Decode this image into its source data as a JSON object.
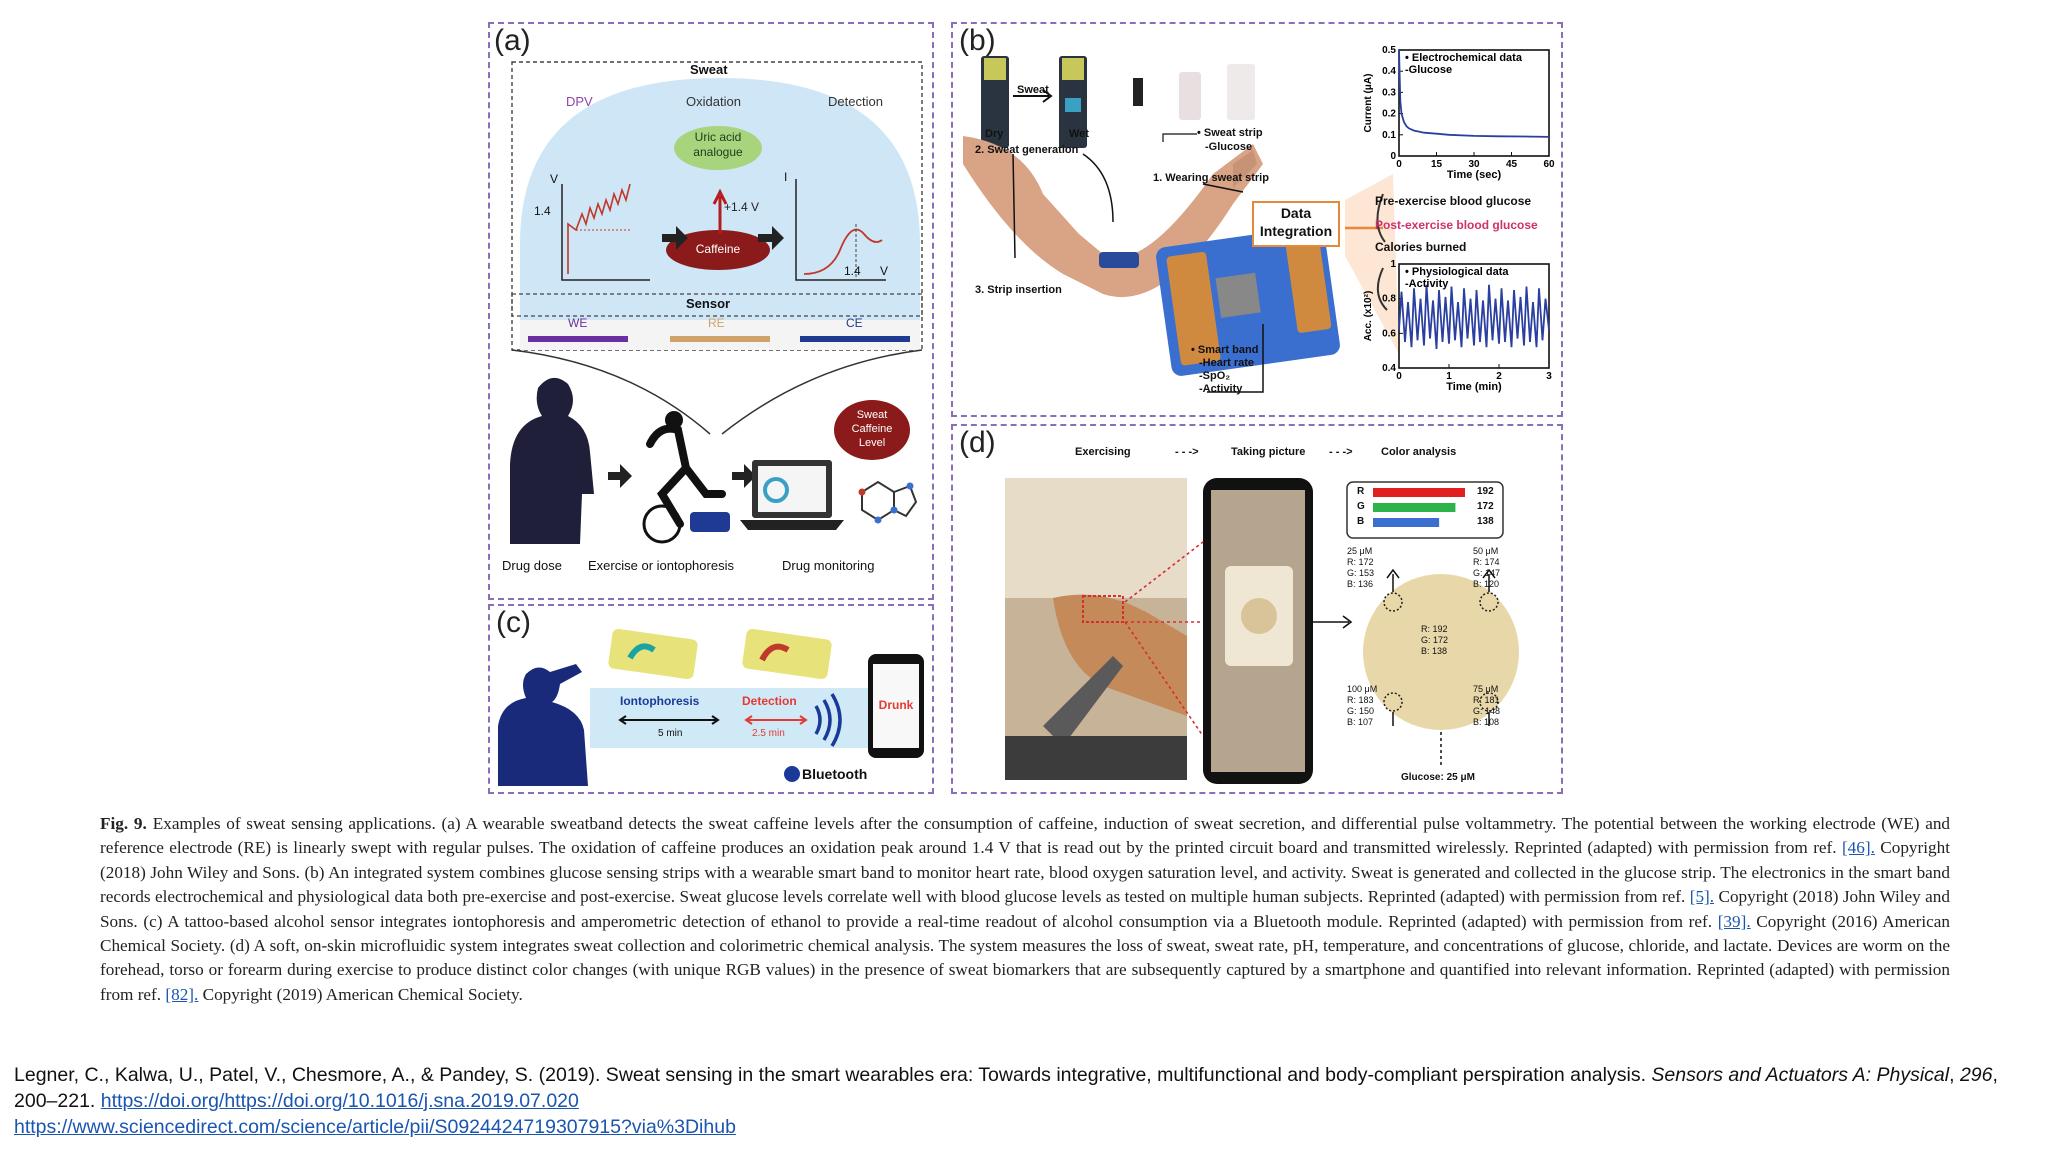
{
  "figure": {
    "panel_a": {
      "letter": "(a)",
      "sweat": "Sweat",
      "dpv": "DPV",
      "oxidation": "Oxidation",
      "detection": "Detection",
      "uric": [
        "Uric acid",
        "analogue"
      ],
      "caffeine": "Caffeine",
      "voltage": "+1.4 V",
      "v_axis": "V",
      "i_axis": "I",
      "v_value": "1.4",
      "x_value": "1.4",
      "x_unit": "V",
      "sensor": "Sensor",
      "we": "WE",
      "re": "RE",
      "ce": "CE",
      "bubble": [
        "Sweat",
        "Caffeine",
        "Level"
      ],
      "drug_dose": "Drug dose",
      "exercise": "Exercise or iontophoresis",
      "monitoring": "Drug monitoring"
    },
    "panel_b": {
      "letter": "(b)",
      "sweat": "Sweat",
      "dry": "Dry",
      "wet": "Wet",
      "step2": "2. Sweat generation",
      "step1": "1. Wearing sweat strip",
      "step3": "3. Strip insertion",
      "strip": [
        "• Sweat strip",
        "-Glucose"
      ],
      "data_integration": [
        "Data",
        "Integration"
      ],
      "smart_band": [
        "• Smart band",
        "-Heart rate",
        "-SpO₂",
        "-Activity"
      ],
      "pre": "Pre-exercise blood glucose",
      "post": "Post-exercise blood glucose",
      "calories": "Calories burned",
      "colors": {
        "post": "#d0306b",
        "curve": "#2a3fa0"
      }
    },
    "panel_c": {
      "letter": "(c)",
      "iontophoresis": "Iontophoresis",
      "detection": "Detection",
      "t1": "5 min",
      "t2": "2.5 min",
      "bluetooth": "Bluetooth",
      "drunk": "Drunk"
    },
    "panel_d": {
      "letter": "(d)",
      "exercising": "Exercising",
      "taking_picture": "Taking picture",
      "color_analysis": "Color analysis",
      "arrow": "- - ->",
      "rgb": [
        {
          "ch": "R",
          "val": "192",
          "color": "#e02020"
        },
        {
          "ch": "G",
          "val": "172",
          "color": "#2db34a"
        },
        {
          "ch": "B",
          "val": "138",
          "color": "#3a6fd0"
        }
      ],
      "spots": [
        [
          "25 μM",
          "R: 172",
          "G: 153",
          "B: 136"
        ],
        [
          "50 μM",
          "R: 174",
          "G: 147",
          "B: 120"
        ],
        [
          "100 μM",
          "R: 183",
          "G: 150",
          "B: 107"
        ],
        [
          "75 μM",
          "R: 181",
          "G: 148",
          "B: 108"
        ]
      ],
      "center": [
        "R: 192",
        "G: 172",
        "B: 138"
      ],
      "glucose": "Glucose: 25 μM"
    }
  },
  "chart_data": [
    {
      "type": "line",
      "title": "",
      "annotations": [
        "• Electrochemical data",
        "-Glucose"
      ],
      "xlabel": "Time (sec)",
      "ylabel": "Current (μA)",
      "xlim": [
        0,
        60
      ],
      "ylim": [
        0,
        0.5
      ],
      "xticks": [
        0,
        15,
        30,
        45,
        60
      ],
      "yticks": [
        0,
        0.1,
        0.2,
        0.3,
        0.4,
        0.5
      ],
      "series": [
        {
          "x": [
            0,
            0.5,
            1,
            2,
            3,
            4,
            6,
            8,
            10,
            15,
            20,
            30,
            40,
            50,
            60
          ],
          "values": [
            0.5,
            0.26,
            0.2,
            0.16,
            0.14,
            0.13,
            0.12,
            0.115,
            0.11,
            0.105,
            0.1,
            0.095,
            0.093,
            0.092,
            0.09
          ]
        }
      ]
    },
    {
      "type": "line",
      "title": "",
      "annotations": [
        "• Physiological data",
        "-Activity"
      ],
      "xlabel": "Time (min)",
      "ylabel": "Acc. (x10²)",
      "xlim": [
        0,
        3
      ],
      "ylim": [
        0.4,
        1.0
      ],
      "xticks": [
        0,
        1,
        2,
        3
      ],
      "yticks": [
        0.4,
        0.6,
        0.8,
        1.0
      ],
      "series": [
        {
          "x": [
            0,
            0.05,
            0.12,
            0.18,
            0.25,
            0.3,
            0.37,
            0.43,
            0.5,
            0.55,
            0.62,
            0.68,
            0.75,
            0.8,
            0.87,
            0.93,
            1.0,
            1.05,
            1.12,
            1.18,
            1.25,
            1.3,
            1.37,
            1.43,
            1.5,
            1.55,
            1.62,
            1.68,
            1.75,
            1.8,
            1.87,
            1.93,
            2.0,
            2.05,
            2.12,
            2.18,
            2.25,
            2.3,
            2.37,
            2.43,
            2.5,
            2.55,
            2.62,
            2.68,
            2.75,
            2.8,
            2.87,
            2.93,
            3.0
          ],
          "values": [
            0.62,
            0.84,
            0.55,
            0.78,
            0.52,
            0.86,
            0.56,
            0.8,
            0.53,
            0.88,
            0.57,
            0.79,
            0.51,
            0.85,
            0.55,
            0.81,
            0.54,
            0.87,
            0.56,
            0.78,
            0.52,
            0.86,
            0.57,
            0.8,
            0.53,
            0.85,
            0.55,
            0.79,
            0.52,
            0.88,
            0.56,
            0.8,
            0.54,
            0.86,
            0.55,
            0.79,
            0.52,
            0.85,
            0.57,
            0.81,
            0.53,
            0.87,
            0.55,
            0.78,
            0.52,
            0.86,
            0.56,
            0.8,
            0.62
          ]
        }
      ]
    }
  ],
  "caption": {
    "label": "Fig. 9.",
    "t1": "Examples of sweat sensing applications. (a) A wearable sweatband detects the sweat caffeine levels after the consumption of caffeine, induction of sweat secretion, and differential pulse voltammetry. The potential between the working electrode (WE) and reference electrode (RE) is linearly swept with regular pulses. The oxidation of caffeine produces an oxidation peak around 1.4 V that is read out by the printed circuit board and transmitted wirelessly. Reprinted (adapted) with permission from ref. ",
    "r1": "[46].",
    "t2": " Copyright (2018) John Wiley and Sons. (b) An integrated system combines glucose sensing strips with a wearable smart band to monitor heart rate, blood oxygen saturation level, and activity. Sweat is generated and collected in the glucose strip. The electronics in the smart band records electrochemical and physiological data both pre-exercise and post-exercise. Sweat glucose levels correlate well with blood glucose levels as tested on multiple human subjects. Reprinted (adapted) with permission from ref. ",
    "r2": "[5].",
    "t3": " Copyright (2018) John Wiley and Sons. (c) A tattoo-based alcohol sensor integrates iontophoresis and amperometric detection of ethanol to provide a real-time readout of alcohol consumption via a Bluetooth module. Reprinted (adapted) with permission from ref. ",
    "r3": "[39].",
    "t4": " Copyright (2016) American Chemical Society. (d) A soft, on-skin microfluidic system integrates sweat collection and colorimetric chemical analysis. The system measures the loss of sweat, sweat rate, pH, temperature, and concentrations of glucose, chloride, and lactate. Devices are worm on the forehead, torso or forearm during exercise to produce distinct color changes (with unique RGB values) in the presence of sweat biomarkers that are subsequently captured by a smartphone and quantified into relevant information. Reprinted (adapted) with permission from ref. ",
    "r4": "[82].",
    "t5": " Copyright (2019) American Chemical Society."
  },
  "citation": {
    "text": "Legner, C., Kalwa, U., Patel, V., Chesmore, A., & Pandey, S. (2019). Sweat sensing in the smart wearables era: Towards integrative, multifunctional and body-compliant perspiration analysis. ",
    "journal": "Sensors and Actuators A: Physical",
    "sep1": ", ",
    "volume": "296",
    "pages": ", 200–221. ",
    "doi": "https://doi.org/https://doi.org/10.1016/j.sna.2019.07.020",
    "url": "https://www.sciencedirect.com/science/article/pii/S0924424719307915?via%3Dihub"
  }
}
